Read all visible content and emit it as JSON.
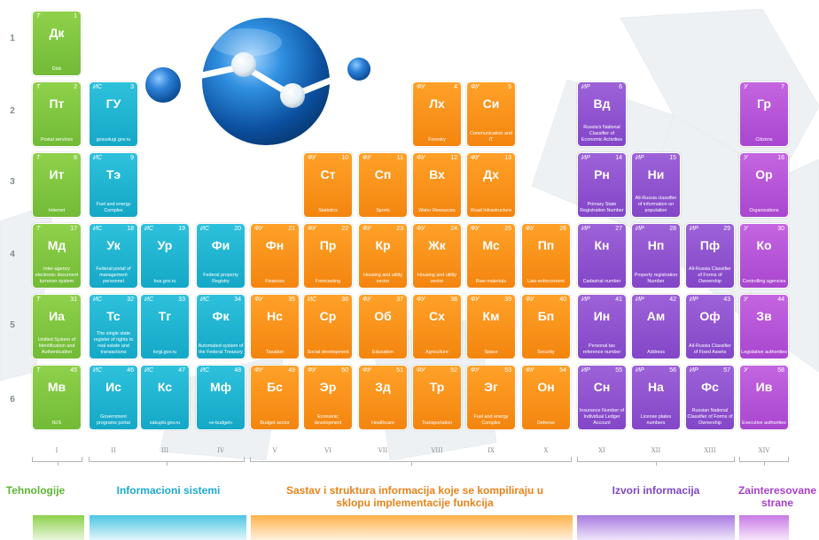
{
  "rows": [
    "1",
    "2",
    "3",
    "4",
    "5",
    "6"
  ],
  "columns": [
    "I",
    "II",
    "III",
    "IV",
    "V",
    "VI",
    "VII",
    "VIII",
    "IX",
    "X",
    "XI",
    "XII",
    "XIII",
    "XIV"
  ],
  "colors": {
    "green": "#7cc241",
    "cyan": "#1eb3d1",
    "orange": "#f7901e",
    "purple": "#8a4fcc",
    "violet": "#b14fd6"
  },
  "groups": [
    {
      "label": "Tehnologije",
      "color": "#5fb533"
    },
    {
      "label": "Informacioni sistemi",
      "color": "#1ca9cf"
    },
    {
      "label": "Sastav i struktura informacija koje se kompiliraju u sklopu implementacije funkcija",
      "color": "#e5831a"
    },
    {
      "label": "Izvori informacija",
      "color": "#7d47c2"
    },
    {
      "label": "Zainteresovane strane",
      "color": "#a640c8"
    }
  ],
  "tiles": [
    {
      "cat": "Т",
      "num": "1",
      "sym": "Дк",
      "name": "Disk",
      "color": "green"
    },
    {
      "cat": "Т",
      "num": "2",
      "sym": "Пт",
      "name": "Postal services",
      "color": "green"
    },
    {
      "cat": "ИС",
      "num": "3",
      "sym": "ГУ",
      "name": "gosuslugi.gov.ru",
      "color": "cyan"
    },
    {
      "cat": "ФУ",
      "num": "4",
      "sym": "Лх",
      "name": "Forestry",
      "color": "orange"
    },
    {
      "cat": "ФУ",
      "num": "5",
      "sym": "Си",
      "name": "Communication and IT",
      "color": "orange"
    },
    {
      "cat": "ИР",
      "num": "6",
      "sym": "Вд",
      "name": "Russia's National Classifier of Economic Activities",
      "color": "purple"
    },
    {
      "cat": "У",
      "num": "7",
      "sym": "Гр",
      "name": "Citizens",
      "color": "violet"
    },
    {
      "cat": "Т",
      "num": "8",
      "sym": "Ит",
      "name": "Internet",
      "color": "green"
    },
    {
      "cat": "ИС",
      "num": "9",
      "sym": "Тэ",
      "name": "Fuel and energy Complex",
      "color": "cyan"
    },
    {
      "cat": "ФУ",
      "num": "10",
      "sym": "Ст",
      "name": "Statistics",
      "color": "orange"
    },
    {
      "cat": "ФУ",
      "num": "11",
      "sym": "Сп",
      "name": "Sports",
      "color": "orange"
    },
    {
      "cat": "ФУ",
      "num": "12",
      "sym": "Вх",
      "name": "Water Resources",
      "color": "orange"
    },
    {
      "cat": "ФУ",
      "num": "13",
      "sym": "Дх",
      "name": "Road Infrastructure",
      "color": "orange"
    },
    {
      "cat": "ИР",
      "num": "14",
      "sym": "Рн",
      "name": "Primary State Registration Number",
      "color": "purple"
    },
    {
      "cat": "ИР",
      "num": "15",
      "sym": "Ни",
      "name": "All-Russia classifier of information on population",
      "color": "purple"
    },
    {
      "cat": "У",
      "num": "16",
      "sym": "Ор",
      "name": "Organizations",
      "color": "violet"
    },
    {
      "cat": "Т",
      "num": "17",
      "sym": "Мд",
      "name": "Inter-agency electronic document turnover system",
      "color": "green"
    },
    {
      "cat": "ИС",
      "num": "18",
      "sym": "Ук",
      "name": "Federal portal of management personnel",
      "color": "cyan"
    },
    {
      "cat": "ИС",
      "num": "19",
      "sym": "Ур",
      "name": "bus.gov.ru",
      "color": "cyan"
    },
    {
      "cat": "ИС",
      "num": "20",
      "sym": "Фи",
      "name": "Federal property Registry",
      "color": "cyan"
    },
    {
      "cat": "ФУ",
      "num": "21",
      "sym": "Фн",
      "name": "Finances",
      "color": "orange"
    },
    {
      "cat": "ФУ",
      "num": "22",
      "sym": "Пр",
      "name": "Forecasting",
      "color": "orange"
    },
    {
      "cat": "ФУ",
      "num": "23",
      "sym": "Кр",
      "name": "Housing and utility sector",
      "color": "orange"
    },
    {
      "cat": "ФУ",
      "num": "24",
      "sym": "Жк",
      "name": "Housing and utility sector",
      "color": "orange"
    },
    {
      "cat": "ФУ",
      "num": "25",
      "sym": "Мс",
      "name": "Raw materials",
      "color": "orange"
    },
    {
      "cat": "ФУ",
      "num": "26",
      "sym": "Пп",
      "name": "Law-enforcement",
      "color": "orange"
    },
    {
      "cat": "ИР",
      "num": "27",
      "sym": "Кн",
      "name": "Cadastral number",
      "color": "purple"
    },
    {
      "cat": "ИР",
      "num": "28",
      "sym": "Нп",
      "name": "Property registration Number",
      "color": "purple"
    },
    {
      "cat": "ИР",
      "num": "29",
      "sym": "Пф",
      "name": "All-Russia Classifier of Forms of Ownership",
      "color": "purple"
    },
    {
      "cat": "У",
      "num": "30",
      "sym": "Ко",
      "name": "Controlling agencies",
      "color": "violet"
    },
    {
      "cat": "Т",
      "num": "31",
      "sym": "Иа",
      "name": "Unified System of Identification and Authentication",
      "color": "green"
    },
    {
      "cat": "ИС",
      "num": "32",
      "sym": "Тс",
      "name": "The single state register of rights to real estate and transactions",
      "color": "cyan"
    },
    {
      "cat": "ИС",
      "num": "33",
      "sym": "Тг",
      "name": "torgi.gov.ru",
      "color": "cyan"
    },
    {
      "cat": "ИС",
      "num": "34",
      "sym": "Фк",
      "name": "Automated system of the Federal Treasury",
      "color": "cyan"
    },
    {
      "cat": "ФУ",
      "num": "35",
      "sym": "Нс",
      "name": "Taxation",
      "color": "orange"
    },
    {
      "cat": "ИС",
      "num": "36",
      "sym": "Ср",
      "name": "Social development",
      "color": "orange"
    },
    {
      "cat": "ФУ",
      "num": "37",
      "sym": "Об",
      "name": "Education",
      "color": "orange"
    },
    {
      "cat": "ФУ",
      "num": "38",
      "sym": "Сх",
      "name": "Agriculture",
      "color": "orange"
    },
    {
      "cat": "ФУ",
      "num": "39",
      "sym": "Км",
      "name": "Space",
      "color": "orange"
    },
    {
      "cat": "ФУ",
      "num": "40",
      "sym": "Бп",
      "name": "Security",
      "color": "orange"
    },
    {
      "cat": "ИР",
      "num": "41",
      "sym": "Ин",
      "name": "Personal tax reference number",
      "color": "purple"
    },
    {
      "cat": "ИР",
      "num": "42",
      "sym": "Ам",
      "name": "Address",
      "color": "purple"
    },
    {
      "cat": "ИР",
      "num": "43",
      "sym": "Оф",
      "name": "All-Russia Classifier of Fixed Assets",
      "color": "purple"
    },
    {
      "cat": "У",
      "num": "44",
      "sym": "Зв",
      "name": "Legislative authorities",
      "color": "violet"
    },
    {
      "cat": "Т",
      "num": "45",
      "sym": "Мв",
      "name": "IEIS",
      "color": "green"
    },
    {
      "cat": "ИС",
      "num": "46",
      "sym": "Ис",
      "name": "Government programs portal",
      "color": "cyan"
    },
    {
      "cat": "ИС",
      "num": "47",
      "sym": "Кс",
      "name": "zakupki.gov.ru",
      "color": "cyan"
    },
    {
      "cat": "ИС",
      "num": "48",
      "sym": "Мф",
      "name": "«e-budget»",
      "color": "cyan"
    },
    {
      "cat": "ФУ",
      "num": "49",
      "sym": "Бс",
      "name": "Budget sector",
      "color": "orange"
    },
    {
      "cat": "ФУ",
      "num": "50",
      "sym": "Эр",
      "name": "Economic development",
      "color": "orange"
    },
    {
      "cat": "ФУ",
      "num": "51",
      "sym": "Зд",
      "name": "Healthcare",
      "color": "orange"
    },
    {
      "cat": "ФУ",
      "num": "52",
      "sym": "Тр",
      "name": "Transportation",
      "color": "orange"
    },
    {
      "cat": "ФУ",
      "num": "53",
      "sym": "Эг",
      "name": "Fuel and energy Complex",
      "color": "orange"
    },
    {
      "cat": "ФУ",
      "num": "54",
      "sym": "Он",
      "name": "Defense",
      "color": "orange"
    },
    {
      "cat": "ИР",
      "num": "55",
      "sym": "Сн",
      "name": "Insurance Number of Individual Ledger Account",
      "color": "purple"
    },
    {
      "cat": "ИР",
      "num": "56",
      "sym": "На",
      "name": "License plates numbers",
      "color": "purple"
    },
    {
      "cat": "ИР",
      "num": "57",
      "sym": "Фс",
      "name": "Russian National Classifier of Forms of Ownership",
      "color": "purple"
    },
    {
      "cat": "У",
      "num": "58",
      "sym": "Ив",
      "name": "Executive authorities",
      "color": "violet"
    }
  ]
}
